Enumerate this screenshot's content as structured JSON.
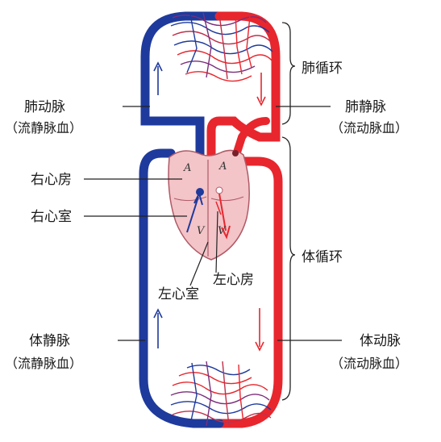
{
  "colors": {
    "arterial": "#e8262d",
    "venous": "#1e3a9c",
    "heart_fill": "#f3c4c8",
    "heart_stroke": "#b05a66",
    "leader": "#222222"
  },
  "labels": {
    "pulmonary_artery": "肺动脉",
    "pulmonary_artery_note": "（流静脉血）",
    "pulmonary_vein": "肺静脉",
    "pulmonary_vein_note": "（流动脉血）",
    "pulmonary_circulation": "肺循环",
    "right_atrium": "右心房",
    "right_ventricle": "右心室",
    "systemic_circulation": "体循环",
    "left_atrium": "左心房",
    "left_ventricle": "左心室",
    "vena_cava": "体静脉",
    "vena_cava_note": "（流静脉血）",
    "aorta": "体动脉",
    "aorta_note": "（流动脉血）"
  },
  "chambers": {
    "right_atrium": "A",
    "left_atrium": "A",
    "right_ventricle": "V",
    "left_ventricle": "V"
  }
}
